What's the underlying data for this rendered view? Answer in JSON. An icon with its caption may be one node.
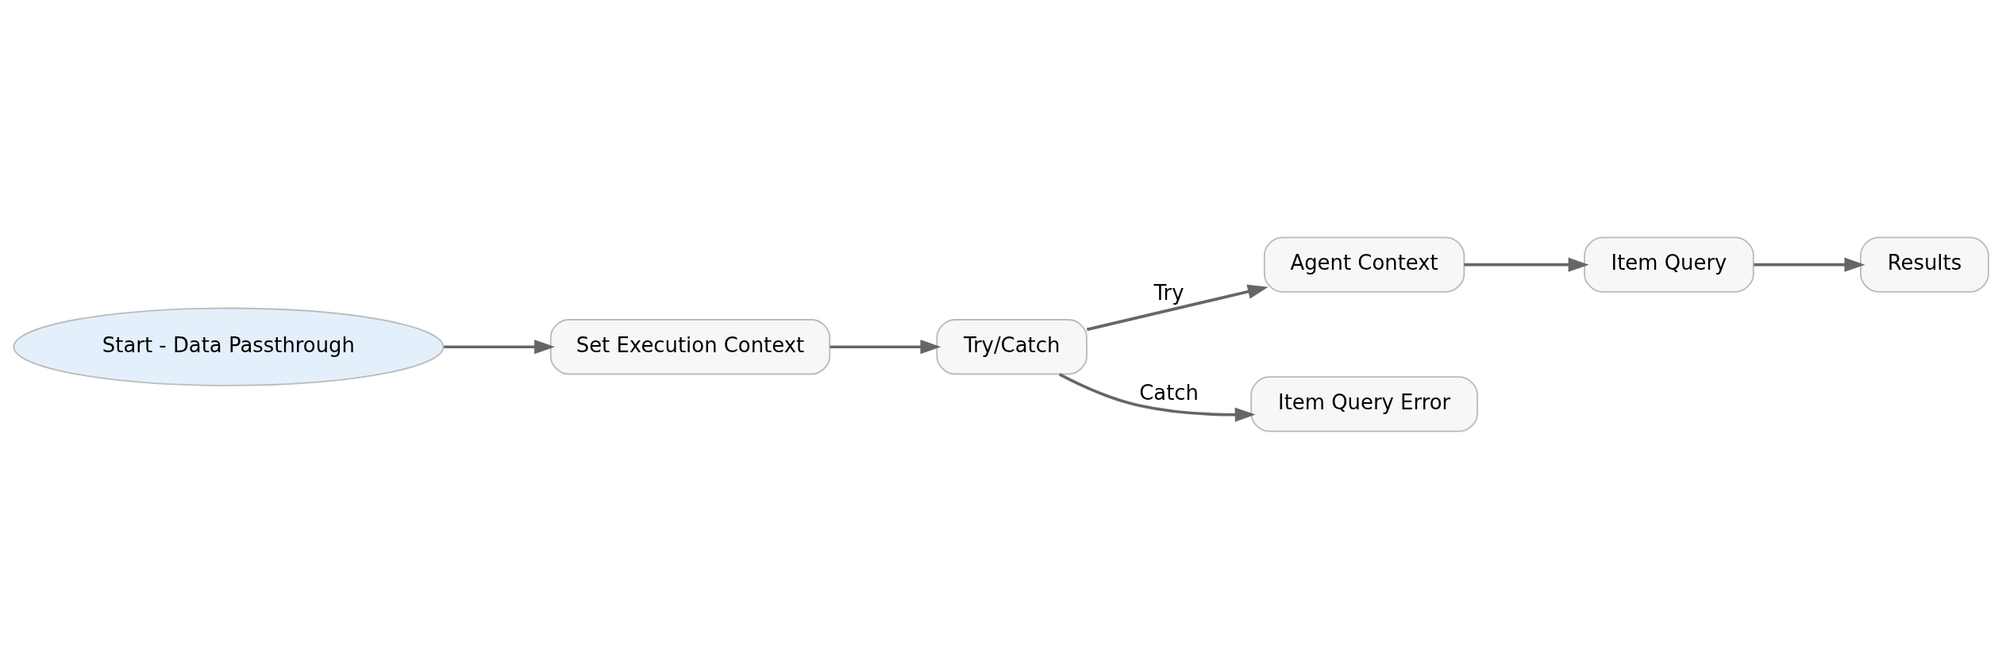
{
  "diagram": {
    "nodes": [
      {
        "text": [
          "Start - Data Passthrough"
        ]
      },
      {
        "text": [
          "Set Execution Context"
        ]
      },
      {
        "text": [
          "Try/Catch"
        ]
      },
      {
        "text": [
          "Agent Context"
        ]
      },
      {
        "text": [
          "Item Query"
        ]
      },
      {
        "text": [
          "Results"
        ]
      },
      {
        "text": [
          "Item Query Error"
        ]
      }
    ],
    "edges": [
      {
        "from": 0,
        "to": 1,
        "arrow": "to"
      },
      {
        "from": 1,
        "to": 2,
        "arrow": "to"
      },
      {
        "from": 2,
        "to": 3,
        "arrow": "to",
        "label": "Try"
      },
      {
        "from": 3,
        "to": 4,
        "arrow": "to"
      },
      {
        "from": 4,
        "to": 5,
        "arrow": "to"
      },
      {
        "from": 2,
        "to": 6,
        "arrow": "to",
        "label": "Catch"
      }
    ]
  }
}
